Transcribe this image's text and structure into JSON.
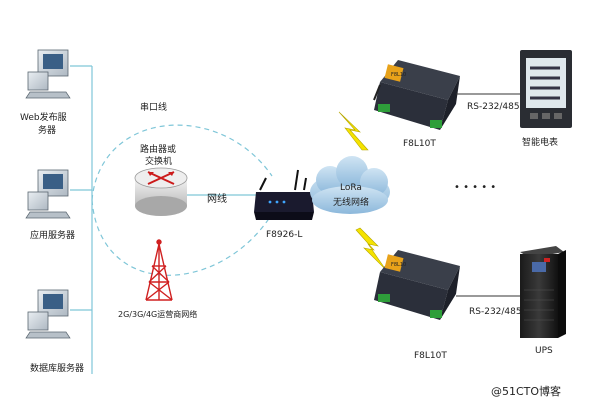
{
  "servers": {
    "web": {
      "line1": "Web发布服",
      "line2": "务器"
    },
    "app": {
      "label": "应用服务器"
    },
    "db": {
      "label": "数据库服务器"
    }
  },
  "links": {
    "serial": "串口线",
    "router_line1": "路由器或",
    "router_line2": "交换机",
    "cable": "网线",
    "carrier": "2G/3G/4G运营商网络",
    "rs_top": "RS-232/485",
    "rs_bottom": "RS-232/485"
  },
  "devices": {
    "gateway": "F8926-L",
    "lora_line1": "LoRa",
    "lora_line2": "无线网络",
    "node_top": "F8L10T",
    "node_bottom": "F8L10T",
    "node_badge": "F8L10",
    "meter": "智能电表",
    "ups": "UPS",
    "ellipsis": "• • • • •"
  },
  "watermark": "@51CTO博客",
  "colors": {
    "dashed": "#7fc6d8",
    "gateway": "#1a1a2e",
    "node": "#2b2f3a",
    "tower": "#d02020",
    "bolt": "#f5e300"
  }
}
